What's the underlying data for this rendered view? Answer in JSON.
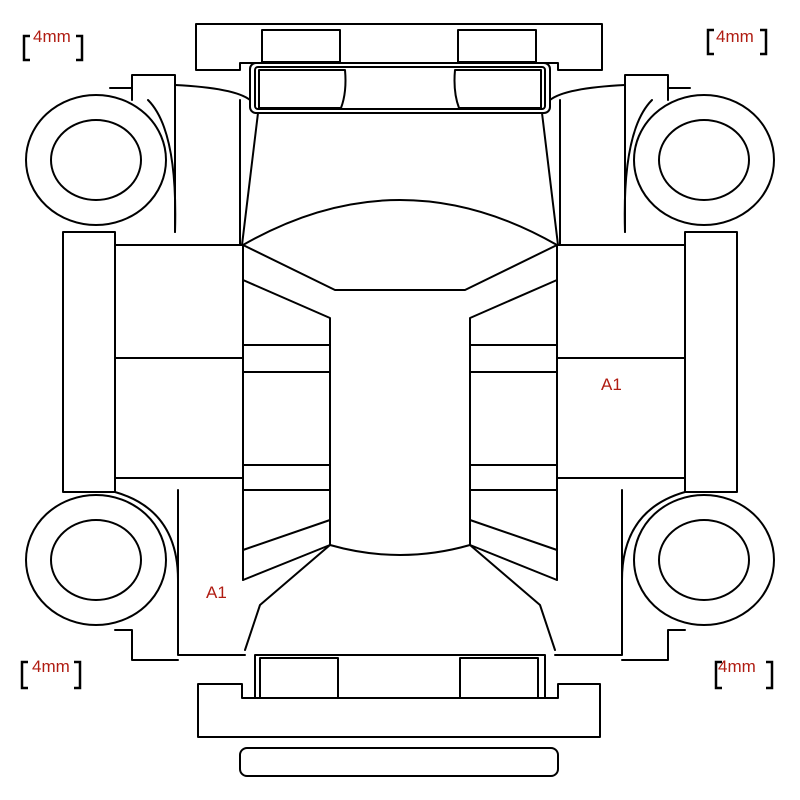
{
  "labels": {
    "tread_front_left": "4mm",
    "tread_front_right": "4mm",
    "tread_rear_left": "4mm",
    "tread_rear_right": "4mm",
    "damage_right_side": "A1",
    "damage_left_rear": "A1"
  },
  "colors": {
    "outline": "#000000",
    "annotation": "#b01c12",
    "background": "#ffffff"
  }
}
